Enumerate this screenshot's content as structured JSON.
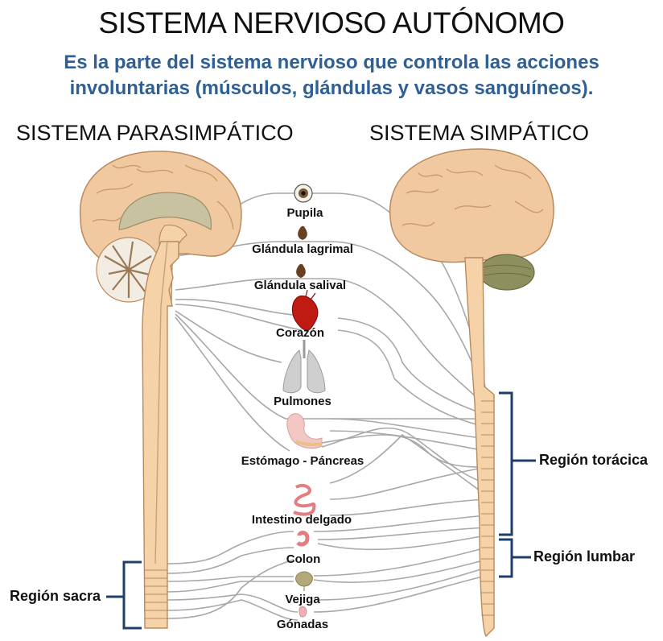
{
  "title": "SISTEMA NERVIOSO AUTÓNOMO",
  "subtitle": "Es la parte del sistema nervioso que controla las acciones involuntarias (músculos, glándulas y vasos sanguíneos).",
  "headings": {
    "parasympathetic": "SISTEMA PARASIMPÁTICO",
    "sympathetic": "SISTEMA SIMPÁTICO"
  },
  "organs": {
    "pupil": "Pupila",
    "lacrimal_gland": "Glándula lagrimal",
    "salivary_gland": "Glándula salival",
    "heart": "Corazón",
    "lungs": "Pulmones",
    "stomach_pancreas": "Estómago - Páncreas",
    "small_intestine": "Intestino delgado",
    "colon": "Colon",
    "bladder": "Vejiga",
    "gonads": "Gónadas"
  },
  "regions": {
    "thoracic": "Región torácica",
    "lumbar": "Región lumbar",
    "sacral": "Región sacra"
  },
  "colors": {
    "brain": "#f1c9a0",
    "spine": "#f6d2a8",
    "nerve": "#a8a8a8",
    "bracket": "#1f3f6a",
    "subtitle": "#2f5f93"
  }
}
